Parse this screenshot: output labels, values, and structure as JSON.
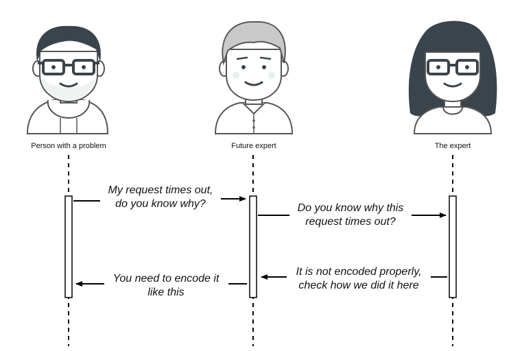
{
  "actors": [
    {
      "label": "Person with a problem",
      "icon": "man-with-glasses-hoodie-icon"
    },
    {
      "label": "Future expert",
      "icon": "man-gray-hair-icon"
    },
    {
      "label": "The expert",
      "icon": "woman-with-glasses-icon"
    }
  ],
  "messages": [
    {
      "from": "Person with a problem",
      "to": "Future expert",
      "line1": "My request times out,",
      "line2": "do you know why?"
    },
    {
      "from": "Future expert",
      "to": "The expert",
      "line1": "Do you know why this",
      "line2": "request times out?"
    },
    {
      "from": "The expert",
      "to": "Future expert",
      "line1": "It is not encoded properly,",
      "line2": "check how we did it here"
    },
    {
      "from": "Future expert",
      "to": "Person with a problem",
      "line1": "You need to encode it",
      "line2": "like this"
    }
  ],
  "colors": {
    "dark": "#3a444d",
    "outline": "#555555",
    "skin": "#ffffff",
    "gray_hair": "#c9c9c9",
    "cheek": "#eef5f1"
  }
}
